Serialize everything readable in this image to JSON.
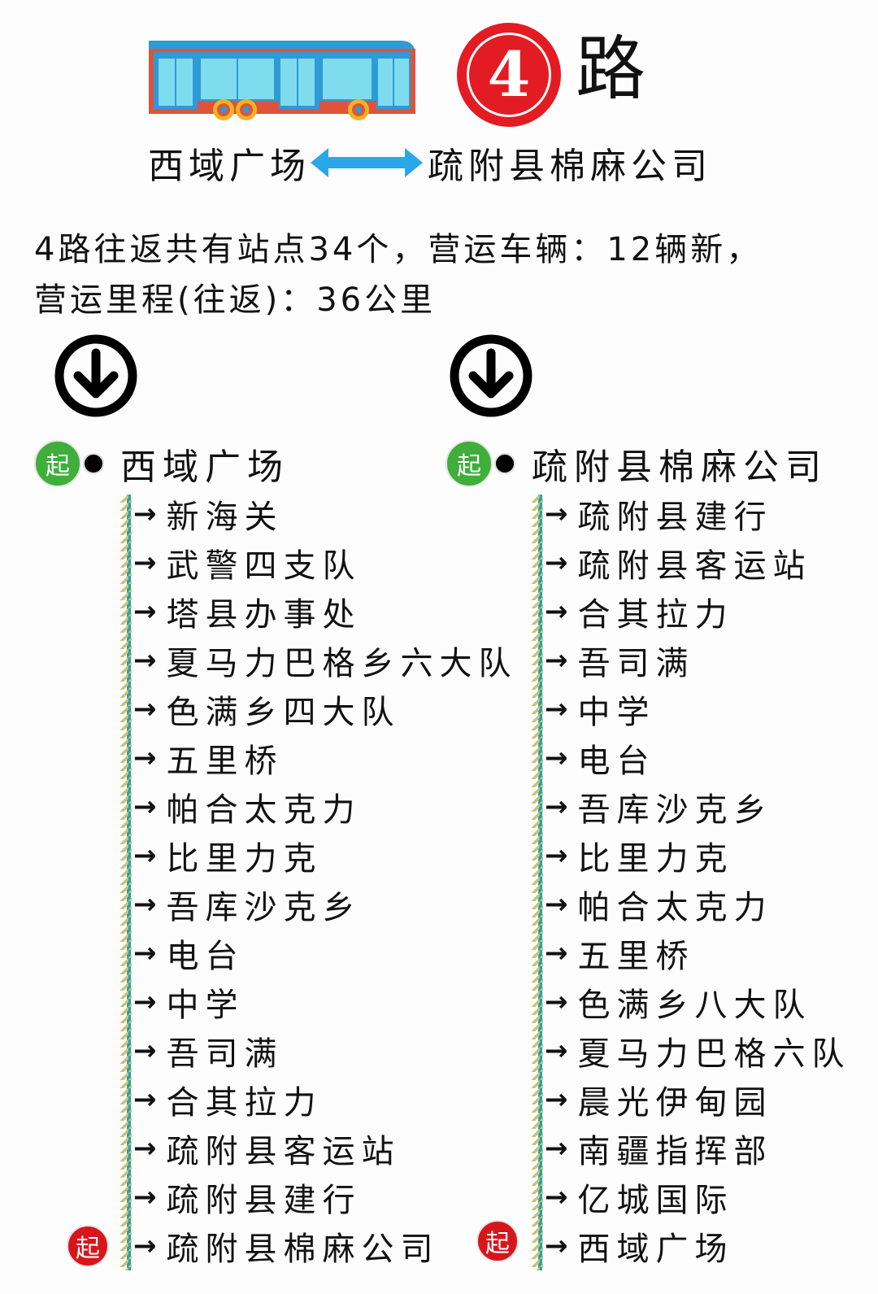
{
  "header": {
    "route_number": "4",
    "route_suffix": "路",
    "terminal_a": "西域广场",
    "terminal_b": "疏附县棉麻公司",
    "icons": {
      "bus": "bus-icon",
      "double_arrow": "double-arrow-icon"
    }
  },
  "summary": {
    "line1": "4路往返共有站点34个，营运车辆：12辆新，",
    "line2": "营运里程(往返)：36公里"
  },
  "stats": {
    "total_stops": 34,
    "vehicles": 12,
    "round_trip_km": 36
  },
  "colors": {
    "badge_red": "#e31b23",
    "start_green": "#3fae3a",
    "line_teal": "#28a0a6",
    "arrow_blue": "#2aa7e8"
  },
  "directions": {
    "left": {
      "start_badge": "起",
      "start": "西域广场",
      "stops": [
        "新海关",
        "武警四支队",
        "塔县办事处",
        "夏马力巴格乡六大队",
        "色满乡四大队",
        "五里桥",
        "帕合太克力",
        "比里力克",
        "吾库沙克乡",
        "电台",
        "中学",
        "吾司满",
        "合其拉力",
        "疏附县客运站",
        "疏附县建行",
        "疏附县棉麻公司"
      ],
      "end_badge": "起"
    },
    "right": {
      "start_badge": "起",
      "start": "疏附县棉麻公司",
      "stops": [
        "疏附县建行",
        "疏附县客运站",
        "合其拉力",
        "吾司满",
        "中学",
        "电台",
        "吾库沙克乡",
        "比里力克",
        "帕合太克力",
        "五里桥",
        "色满乡八大队",
        "夏马力巴格六队",
        "晨光伊甸园",
        "南疆指挥部",
        "亿城国际",
        "西域广场"
      ],
      "end_badge": "起"
    },
    "arrow_glyph": "→"
  }
}
